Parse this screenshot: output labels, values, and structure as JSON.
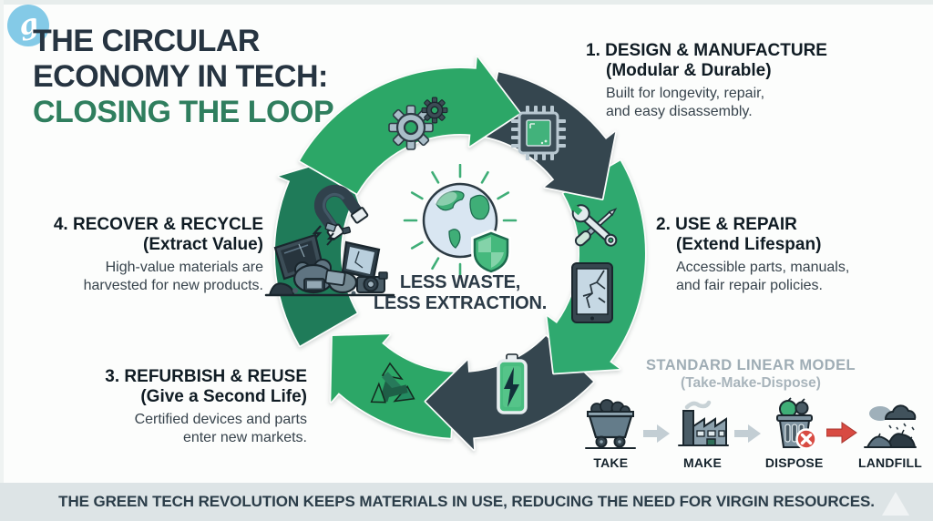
{
  "logo": {
    "glyph": "g"
  },
  "title": {
    "line1": "THE CIRCULAR",
    "line2": "ECONOMY IN TECH:",
    "line3": "CLOSING THE LOOP",
    "main_color": "#263441",
    "accent_color": "#2f7e5e"
  },
  "wheel": {
    "center_text": {
      "line1": "LESS WASTE,",
      "line2": "LESS EXTRACTION."
    },
    "segment_colors": {
      "green": "#2ca767",
      "green2": "#2fa96f",
      "navy": "#35464f",
      "dark_green": "#1f7b59"
    },
    "icons": [
      "gears-icon",
      "microchip-icon",
      "wrench-screwdriver-icon",
      "cracked-tablet-icon",
      "battery-icon",
      "recycle-arrows-icon",
      "magnet-icon",
      "ewaste-pile-icon",
      "globe-shield-icon"
    ]
  },
  "stages": [
    {
      "number": "1.",
      "title": "DESIGN & MANUFACTURE",
      "subtitle": "(Modular & Durable)",
      "desc_line1": "Built for longevity, repair,",
      "desc_line2": "and easy disassembly."
    },
    {
      "number": "2.",
      "title": "USE & REPAIR",
      "subtitle": "(Extend Lifespan)",
      "desc_line1": "Accessible parts, manuals,",
      "desc_line2": "and fair repair policies."
    },
    {
      "number": "3.",
      "title": "REFURBISH & REUSE",
      "subtitle": "(Give a Second Life)",
      "desc_line1": "Certified devices and parts",
      "desc_line2": "enter new markets."
    },
    {
      "number": "4.",
      "title": "RECOVER & RECYCLE",
      "subtitle": "(Extract Value)",
      "desc_line1": "High-value materials are",
      "desc_line2": "harvested for new products."
    }
  ],
  "linear_model": {
    "title": "STANDARD LINEAR MODEL",
    "subtitle": "(Take-Make-Dispose)",
    "steps": [
      {
        "label": "TAKE",
        "icon": "mine-cart-icon"
      },
      {
        "label": "MAKE",
        "icon": "factory-icon"
      },
      {
        "label": "DISPOSE",
        "icon": "trash-bin-x-icon"
      },
      {
        "label": "LANDFILL",
        "icon": "landfill-cloud-icon"
      }
    ],
    "arrow_colors": {
      "gray": "#c3ced4",
      "red": "#d84b42"
    }
  },
  "footer": {
    "text": "THE GREEN TECH REVOLUTION KEEPS MATERIALS IN USE, REDUCING THE NEED FOR VIRGIN RESOURCES."
  }
}
